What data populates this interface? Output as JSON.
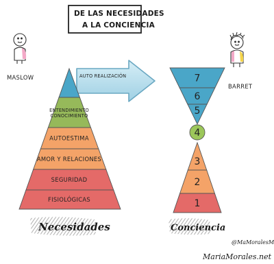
{
  "title": {
    "line1": "DE LAS NECESIDADES",
    "line2": "A LA CONCIENCIA"
  },
  "left_author": "MASLOW",
  "right_author": "BARRET",
  "arrow_label": "AUTO REALIZACIÓN",
  "maslow_levels": [
    {
      "label": "",
      "color": "#4aa6c8"
    },
    {
      "label": "ENTENDIMIENTO CONOCIMIENTO",
      "lines": [
        "ENTENDIMIENTO",
        "CONOCIMIENTO"
      ],
      "color": "#96b95a"
    },
    {
      "label": "AUTOESTIMA",
      "color": "#f4a368"
    },
    {
      "label": "AMOR Y RELACIONES",
      "color": "#f4a368"
    },
    {
      "label": "SEGURIDAD",
      "color": "#e46a68"
    },
    {
      "label": "FISIOLÓGICAS",
      "color": "#e46a68"
    }
  ],
  "barret_levels": [
    {
      "number": "7",
      "color": "#4aa6c8"
    },
    {
      "number": "6",
      "color": "#4aa6c8"
    },
    {
      "number": "5",
      "color": "#4aa6c8"
    },
    {
      "number": "4",
      "color": "#9cc75a"
    },
    {
      "number": "3",
      "color": "#f4a368"
    },
    {
      "number": "2",
      "color": "#f4a368"
    },
    {
      "number": "1",
      "color": "#e46a68"
    }
  ],
  "bottom_left_label": "Necesidades",
  "bottom_right_label": "Conciencia",
  "credit_handle": "@MaMoralesMC",
  "credit_site": "MariaMorales.net"
}
